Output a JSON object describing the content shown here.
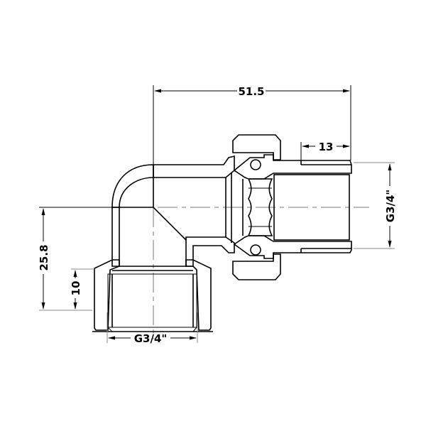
{
  "drawing": {
    "title": "Angled radiator valve union fitting - section view",
    "line_color": "#000000",
    "centerline_color": "#777777",
    "background": "#ffffff"
  },
  "dimensions": {
    "overall_length": {
      "label": "51.5",
      "unit": "mm",
      "orientation": "horizontal"
    },
    "male_thread_length": {
      "label": "13",
      "unit": "mm",
      "orientation": "horizontal"
    },
    "male_thread_size": {
      "label": "G3/4\"",
      "orientation": "vertical"
    },
    "height_to_axis": {
      "label": "25.8",
      "unit": "mm",
      "orientation": "vertical"
    },
    "female_thread_depth": {
      "label": "10",
      "unit": "mm",
      "orientation": "vertical"
    },
    "female_thread_size": {
      "label": "G3/4\"",
      "orientation": "horizontal"
    }
  },
  "components": [
    {
      "name": "elbow-body",
      "hatched": true
    },
    {
      "name": "union-nut",
      "hatched": true
    },
    {
      "name": "o-ring-seals",
      "count": 2,
      "crosshatched": true
    },
    {
      "name": "tailpiece-male-thread",
      "hatched": true
    },
    {
      "name": "female-thread-socket",
      "hatched": true
    }
  ]
}
